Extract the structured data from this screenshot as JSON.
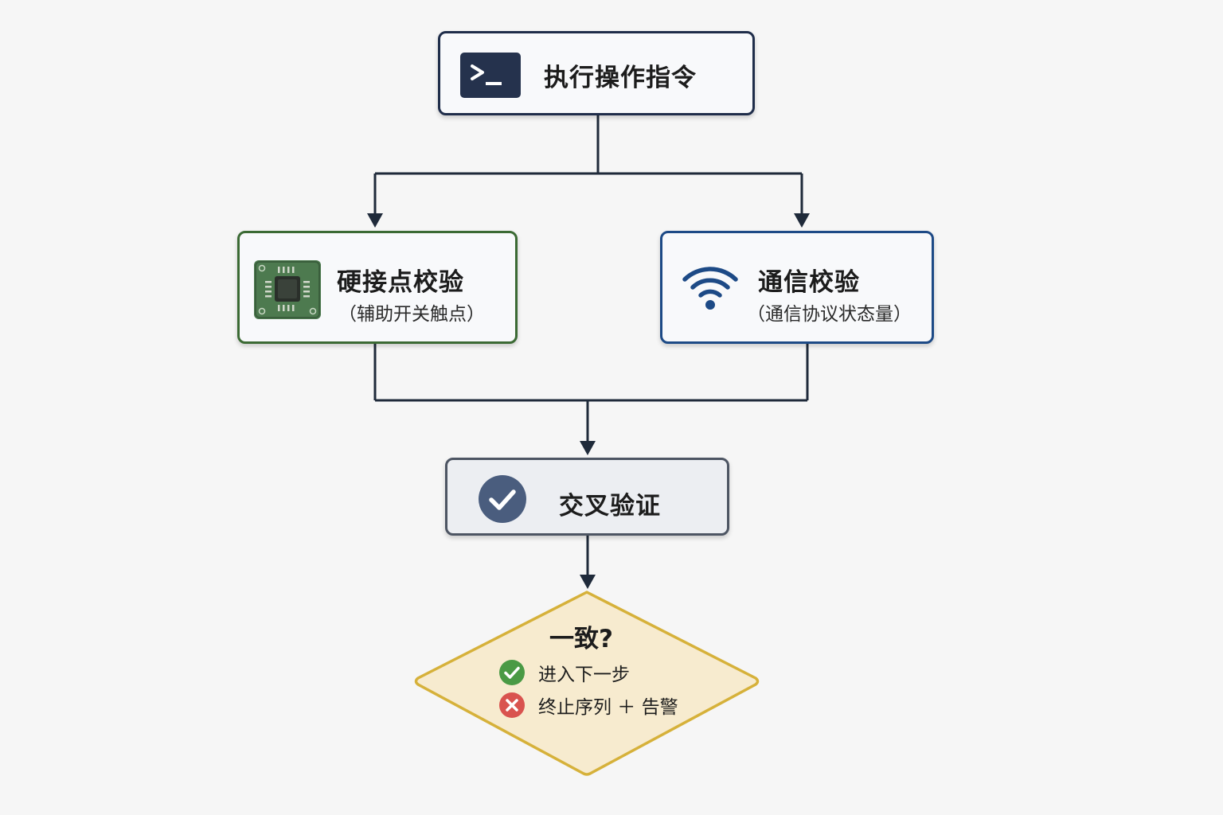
{
  "nodes": {
    "command": {
      "title": "执行操作指令",
      "icon": "terminal-icon"
    },
    "hard_contact": {
      "title": "硬接点校验",
      "subtitle": "（辅助开关触点）",
      "icon": "chip-icon"
    },
    "communication": {
      "title": "通信校验",
      "subtitle": "（通信协议状态量）",
      "icon": "wifi-icon"
    },
    "cross_check": {
      "title": "交叉验证",
      "icon": "check-circle-icon"
    },
    "decision": {
      "title": "一致?",
      "options": [
        {
          "label": "进入下一步",
          "icon": "check-icon",
          "color": "#4a9a45"
        },
        {
          "label": "终止序列 ＋ 告警",
          "icon": "cross-icon",
          "color": "#d9534f"
        }
      ]
    }
  },
  "edges": [
    {
      "from": "执行操作指令",
      "to": "硬接点校验"
    },
    {
      "from": "执行操作指令",
      "to": "通信校验"
    },
    {
      "from": "硬接点校验",
      "to": "交叉验证"
    },
    {
      "from": "通信校验",
      "to": "交叉验证"
    },
    {
      "from": "交叉验证",
      "to": "一致?"
    }
  ],
  "colors": {
    "command_border": "#1f2d4a",
    "hard_contact_border": "#3b6a34",
    "communication_border": "#1d4a86",
    "cross_check_border": "#4d5563",
    "decision_fill": "#f7ebcf",
    "decision_border": "#d6b13a",
    "connector": "#1f2a3a"
  }
}
